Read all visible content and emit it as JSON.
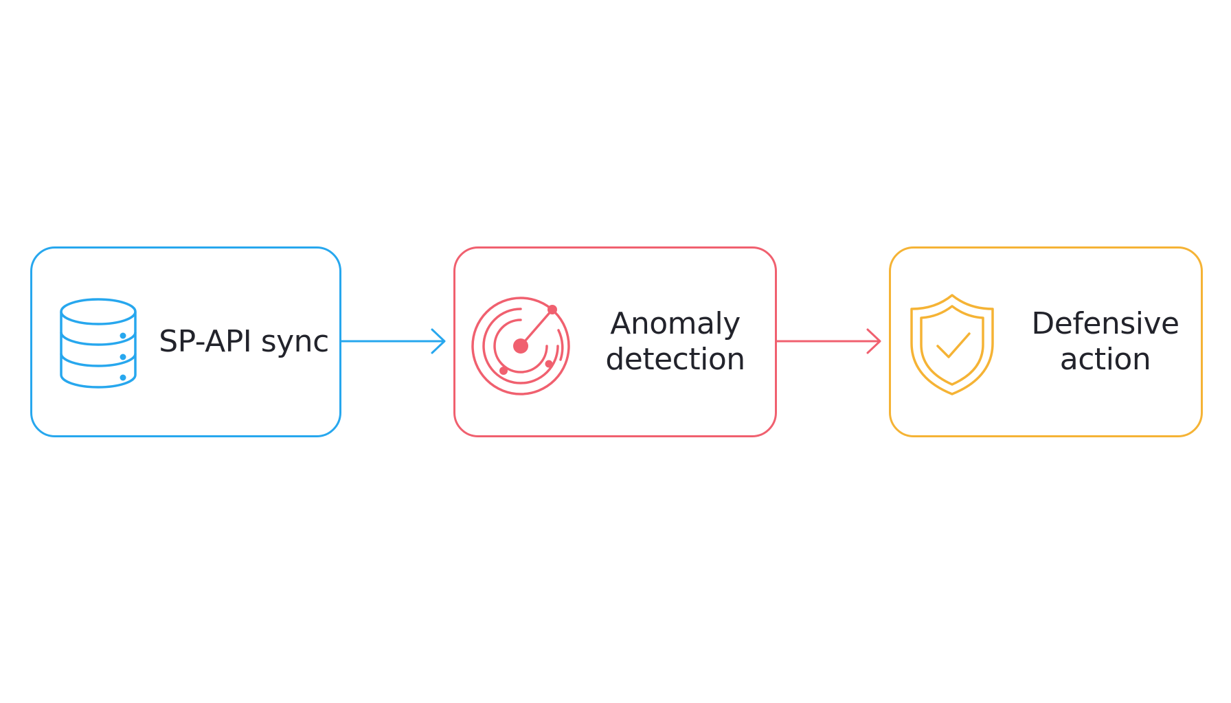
{
  "colors": {
    "step_sync": "#27a7ee",
    "step_detect": "#f0606f",
    "step_action": "#f5b335",
    "text": "#22232b"
  },
  "steps": [
    {
      "label": "SP-API sync",
      "icon": "database-icon"
    },
    {
      "label": "Anomaly detection",
      "icon": "radar-icon"
    },
    {
      "label": "Defensive action",
      "icon": "shield-check-icon"
    }
  ]
}
